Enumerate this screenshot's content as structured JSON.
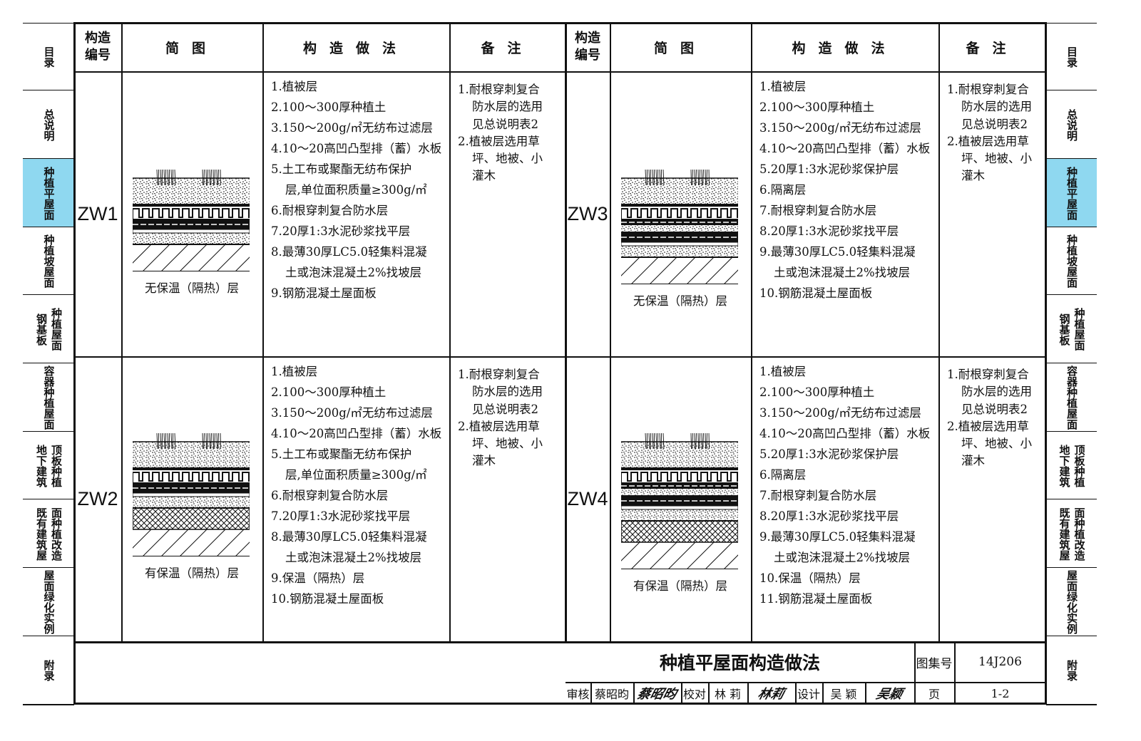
{
  "side_tabs": [
    {
      "lines": [
        "目录"
      ]
    },
    {
      "lines": [
        "总说明"
      ]
    },
    {
      "lines": [
        "种植平屋面"
      ],
      "active": true
    },
    {
      "lines": [
        "种植坡屋面"
      ]
    },
    {
      "lines": [
        "种植屋面",
        "钢基板"
      ]
    },
    {
      "lines": [
        "容器种植屋面"
      ]
    },
    {
      "lines": [
        "顶板种植",
        "地下建筑"
      ]
    },
    {
      "lines": [
        "面种植改造",
        "既有建筑屋"
      ]
    },
    {
      "lines": [
        "屋面绿化实例"
      ]
    },
    {
      "lines": [
        "附录"
      ]
    }
  ],
  "table_headers": {
    "code": "构造编号",
    "diagram": "简图",
    "method": "构造做法",
    "notes": "备注"
  },
  "rows": [
    {
      "code": "ZW1",
      "caption": "无保温（隔热）层",
      "method": [
        [
          "1.植被层"
        ],
        [
          "2.100～300厚种植土"
        ],
        [
          "3.150～200g/㎡无纺布过滤层"
        ],
        [
          "4.10～20高凹凸型排（蓄）水板"
        ],
        [
          "5.土工布或聚酯无纺布保护",
          "层,单位面积质量≥300g/㎡"
        ],
        [
          "6.耐根穿刺复合防水层"
        ],
        [
          "7.20厚1:3水泥砂浆找平层"
        ],
        [
          "8.最薄30厚LC5.0轻集料混凝",
          "土或泡沫混凝土2%找坡层"
        ],
        [
          "9.钢筋混凝土屋面板"
        ]
      ],
      "notes": [
        [
          "1.耐根穿刺复合",
          "防水层的选用",
          "见总说明表2"
        ],
        [
          "2.植被层选用草",
          "坪、地被、小",
          "灌木"
        ]
      ]
    },
    {
      "code": "ZW3",
      "caption": "无保温（隔热）层",
      "method": [
        [
          "1.植被层"
        ],
        [
          "2.100～300厚种植土"
        ],
        [
          "3.150～200g/㎡无纺布过滤层"
        ],
        [
          "4.10～20高凹凸型排（蓄）水板"
        ],
        [
          "5.20厚1:3水泥砂浆保护层"
        ],
        [
          "6.隔离层"
        ],
        [
          "7.耐根穿刺复合防水层"
        ],
        [
          "8.20厚1:3水泥砂浆找平层"
        ],
        [
          "9.最薄30厚LC5.0轻集料混凝",
          "土或泡沫混凝土2%找坡层"
        ],
        [
          "10.钢筋混凝土屋面板"
        ]
      ],
      "notes": [
        [
          "1.耐根穿刺复合",
          "防水层的选用",
          "见总说明表2"
        ],
        [
          "2.植被层选用草",
          "坪、地被、小",
          "灌木"
        ]
      ]
    },
    {
      "code": "ZW2",
      "caption": "有保温（隔热）层",
      "method": [
        [
          "1.植被层"
        ],
        [
          "2.100～300厚种植土"
        ],
        [
          "3.150～200g/㎡无纺布过滤层"
        ],
        [
          "4.10～20高凹凸型排（蓄）水板"
        ],
        [
          "5.土工布或聚酯无纺布保护",
          "层,单位面积质量≥300g/㎡"
        ],
        [
          "6.耐根穿刺复合防水层"
        ],
        [
          "7.20厚1:3水泥砂浆找平层"
        ],
        [
          "8.最薄30厚LC5.0轻集料混凝",
          "土或泡沫混凝土2%找坡层"
        ],
        [
          "9.保温（隔热）层"
        ],
        [
          "10.钢筋混凝土屋面板"
        ]
      ],
      "notes": [
        [
          "1.耐根穿刺复合",
          "防水层的选用",
          "见总说明表2"
        ],
        [
          "2.植被层选用草",
          "坪、地被、小",
          "灌木"
        ]
      ]
    },
    {
      "code": "ZW4",
      "caption": "有保温（隔热）层",
      "method": [
        [
          "1.植被层"
        ],
        [
          "2.100～300厚种植土"
        ],
        [
          "3.150～200g/㎡无纺布过滤层"
        ],
        [
          "4.10～20高凹凸型排（蓄）水板"
        ],
        [
          "5.20厚1:3水泥砂浆保护层"
        ],
        [
          "6.隔离层"
        ],
        [
          "7.耐根穿刺复合防水层"
        ],
        [
          "8.20厚1:3水泥砂浆找平层"
        ],
        [
          "9.最薄30厚LC5.0轻集料混凝",
          "土或泡沫混凝土2%找坡层"
        ],
        [
          "10.保温（隔热）层"
        ],
        [
          "11.钢筋混凝土屋面板"
        ]
      ],
      "notes": [
        [
          "1.耐根穿刺复合",
          "防水层的选用",
          "见总说明表2"
        ],
        [
          "2.植被层选用草",
          "坪、地被、小",
          "灌木"
        ]
      ]
    }
  ],
  "title_block": {
    "title": "种植平屋面构造做法",
    "atlas_label": "图集号",
    "atlas_no": "14J206",
    "review_label": "审核",
    "reviewer": "蔡昭昀",
    "reviewer_sig": "蔡昭昀",
    "check_label": "校对",
    "checker": "林 莉",
    "checker_sig": "林莉",
    "design_label": "设计",
    "designer": "吴 颖",
    "designer_sig": "吴颖",
    "page_label": "页",
    "page_no": "1-2"
  },
  "colors": {
    "active_tab": "#8fd8f0",
    "line": "#111111"
  }
}
